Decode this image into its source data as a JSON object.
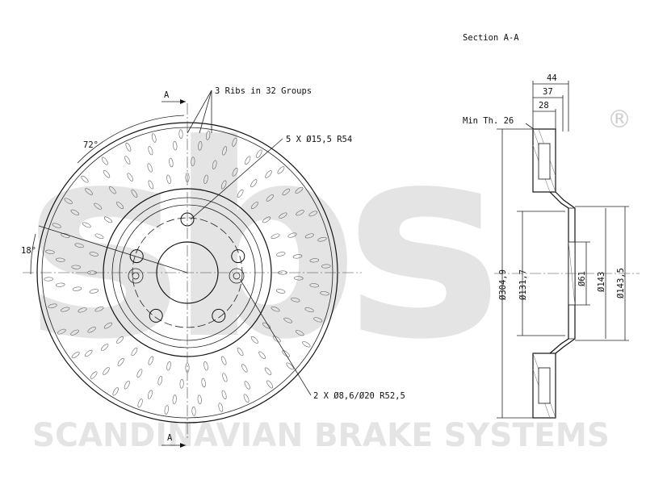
{
  "watermark": {
    "logo_text": "sbs",
    "registered_mark": "®",
    "company": "SCANDINAVIAN BRAKE SYSTEMS"
  },
  "front_view": {
    "section_marker_top": "A",
    "section_marker_bottom": "A",
    "ribs_callout": "3 Ribs in 32 Groups",
    "bolt_holes_callout": "5 X Ø15,5  R54",
    "small_holes_callout": "2 X Ø8,6/Ø20  R52,5",
    "angle_72": "72°",
    "angle_18": "18°"
  },
  "section_view": {
    "title": "Section A-A",
    "min_thickness": "Min Th. 26",
    "dim_44": "44",
    "dim_37": "37",
    "dim_28": "28",
    "dia_outer": "Ø304,9",
    "dia_hat": "Ø131,7",
    "dia_center": "Ø61",
    "dia_143": "Ø143",
    "dia_1435": "Ø143,5"
  },
  "colors": {
    "line": "#111111",
    "watermark": "#e4e4e4"
  }
}
